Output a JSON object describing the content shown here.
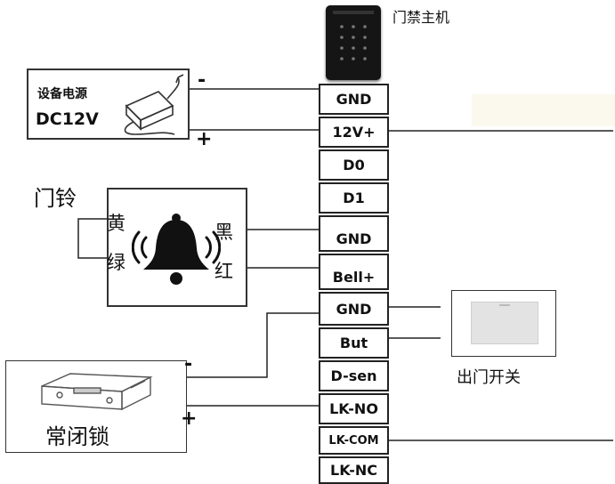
{
  "controller": {
    "title": "门禁主机"
  },
  "terminals": [
    "GND",
    "12V+",
    "D0",
    "D1",
    "GND",
    "Bell+",
    "GND",
    "But",
    "D-sen",
    "LK-NO",
    "LK-COM",
    "LK-NC"
  ],
  "power": {
    "line1": "设备电源",
    "line2": "DC12V",
    "minus": "-",
    "plus": "+"
  },
  "bell": {
    "title": "门铃",
    "yellow": "黄",
    "green": "绿",
    "black": "黑",
    "red": "红"
  },
  "exit_switch": {
    "label": "出门开关"
  },
  "lock": {
    "label": "常闭锁",
    "minus": "-",
    "plus": "+"
  }
}
